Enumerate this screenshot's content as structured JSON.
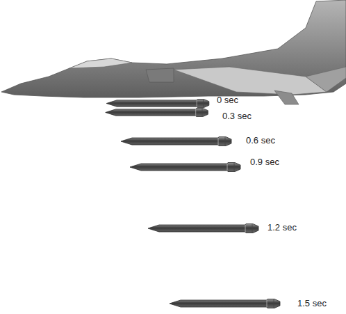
{
  "diagram": {
    "labels": [
      "0 sec",
      "0.3 sec",
      "0.6 sec",
      "0.9 sec",
      "1.2 sec",
      "1.5 sec"
    ]
  }
}
